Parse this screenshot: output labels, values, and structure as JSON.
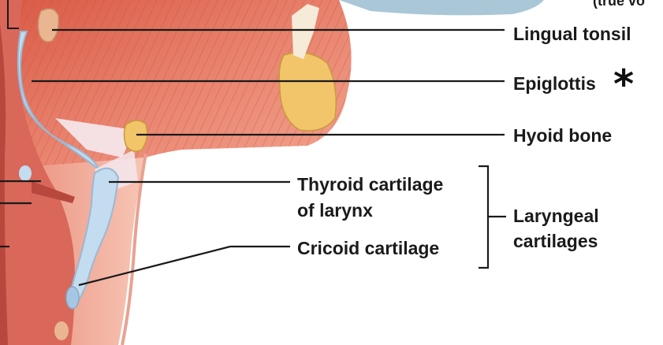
{
  "labels": {
    "lingual_tonsil": "Lingual tonsil",
    "epiglottis": "Epiglottis",
    "hyoid_bone": "Hyoid bone",
    "thyroid_cartilage_line1": "Thyroid cartilage",
    "thyroid_cartilage_line2": "of larynx",
    "cricoid_cartilage": "Cricoid cartilage",
    "laryngeal_line1": "Laryngeal",
    "laryngeal_line2": "cartilages",
    "top_right_fragment": "(true vo"
  },
  "marker": "*",
  "colors": {
    "muscle": "#e2735f",
    "muscle_light": "#f4b8a8",
    "cartilage": "#bcd6ea",
    "bone": "#f0c060",
    "line": "#1a1a1a"
  }
}
